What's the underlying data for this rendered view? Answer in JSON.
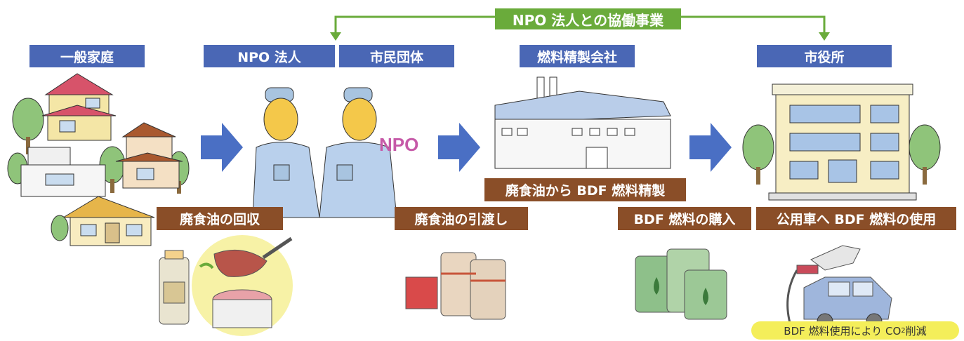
{
  "collaboration": {
    "label": "NPO 法人との協働事業"
  },
  "actors": {
    "households": "一般家庭",
    "npo": "NPO 法人",
    "citizens": "市民団体",
    "refinery": "燃料精製会社",
    "city_hall": "市役所"
  },
  "steps": {
    "collect": "廃食油の回収",
    "handover": "廃食油の引渡し",
    "refine": "廃食油から BDF 燃料精製",
    "purchase": "BDF 燃料の購入",
    "use": "公用車へ BDF 燃料の使用"
  },
  "result": {
    "prefix": "BDF 燃料使用により CO",
    "subscript": "2",
    "suffix": " 削減"
  },
  "illustrations": {
    "npo_sign": "NPO"
  },
  "colors": {
    "blue": "#4a67b5",
    "brown": "#8a4e28",
    "green": "#6aab3b",
    "yellow": "#f4ee5a",
    "arrow": "#4a6fc4"
  }
}
